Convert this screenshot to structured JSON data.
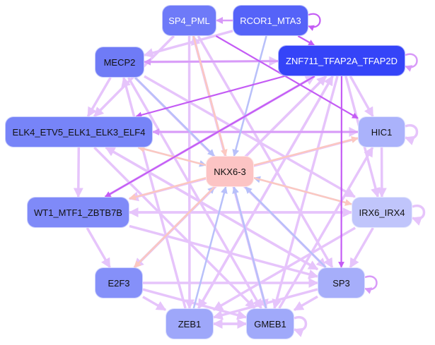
{
  "nodes": [
    {
      "id": "SP4_PML",
      "label": "SP4_PML",
      "color": "#6e7af8",
      "text": "#ffffff"
    },
    {
      "id": "RCOR1_MTA3",
      "label": "RCOR1_MTA3",
      "color": "#5563f8",
      "text": "#ffffff"
    },
    {
      "id": "ZNF711",
      "label": "ZNF711_TFAP2A_TFAP2D",
      "color": "#3544f8",
      "text": "#ffffff"
    },
    {
      "id": "MECP2",
      "label": "MECP2",
      "color": "#6f7bf6",
      "text": "#111111"
    },
    {
      "id": "ELK4",
      "label": "ELK4_ETV5_ELK1_ELK3_ELF4",
      "color": "#7784f8",
      "text": "#111111"
    },
    {
      "id": "HIC1",
      "label": "HIC1",
      "color": "#aab2fb",
      "text": "#111111"
    },
    {
      "id": "NKX6-3",
      "label": "NKX6-3",
      "color": "#fcc4c4",
      "text": "#111111"
    },
    {
      "id": "WT1",
      "label": "WT1_MTF1_ZBTB7B",
      "color": "#7f8af8",
      "text": "#111111"
    },
    {
      "id": "IRX6_IRX4",
      "label": "IRX6_IRX4",
      "color": "#c0c5fb",
      "text": "#111111"
    },
    {
      "id": "E2F3",
      "label": "E2F3",
      "color": "#8590f9",
      "text": "#111111"
    },
    {
      "id": "SP3",
      "label": "SP3",
      "color": "#a6aefa",
      "text": "#111111"
    },
    {
      "id": "ZEB1",
      "label": "ZEB1",
      "color": "#9ea7fa",
      "text": "#111111"
    },
    {
      "id": "GMEB1",
      "label": "GMEB1",
      "color": "#a0a9fa",
      "text": "#111111"
    }
  ],
  "edge_colors": {
    "strong": "#c45cf5",
    "light": "#e6c4fb",
    "medium": "#d89af8",
    "blue": "#b8c0fa",
    "pink": "#fcc8c0"
  },
  "edges": [
    [
      "RCOR1_MTA3",
      "SP4_PML",
      "medium"
    ],
    [
      "RCOR1_MTA3",
      "RCOR1_MTA3",
      "strong"
    ],
    [
      "RCOR1_MTA3",
      "ZNF711",
      "strong"
    ],
    [
      "ZNF711",
      "ZNF711",
      "medium"
    ],
    [
      "ZNF711",
      "MECP2",
      "medium"
    ],
    [
      "ZNF711",
      "ELK4",
      "strong"
    ],
    [
      "ZNF711",
      "WT1",
      "strong"
    ],
    [
      "ZNF711",
      "SP3",
      "strong"
    ],
    [
      "ZNF711",
      "HIC1",
      "light"
    ],
    [
      "ZNF711",
      "IRX6_IRX4",
      "light"
    ],
    [
      "ZNF711",
      "E2F3",
      "light"
    ],
    [
      "ZNF711",
      "ZEB1",
      "light"
    ],
    [
      "ZNF711",
      "GMEB1",
      "light"
    ],
    [
      "RCOR1_MTA3",
      "NKX6-3",
      "blue"
    ],
    [
      "RCOR1_MTA3",
      "MECP2",
      "light"
    ],
    [
      "SP4_PML",
      "NKX6-3",
      "pink"
    ],
    [
      "SP4_PML",
      "HIC1",
      "strong"
    ],
    [
      "SP4_PML",
      "ELK4",
      "light"
    ],
    [
      "SP4_PML",
      "SP3",
      "light"
    ],
    [
      "SP4_PML",
      "ZEB1",
      "light"
    ],
    [
      "SP4_PML",
      "GMEB1",
      "light"
    ],
    [
      "MECP2",
      "ELK4",
      "light"
    ],
    [
      "MECP2",
      "ZNF711",
      "light"
    ],
    [
      "MECP2",
      "IRX6_IRX4",
      "light"
    ],
    [
      "MECP2",
      "SP3",
      "light"
    ],
    [
      "MECP2",
      "GMEB1",
      "light"
    ],
    [
      "MECP2",
      "NKX6-3",
      "blue"
    ],
    [
      "ELK4",
      "WT1",
      "light"
    ],
    [
      "ELK4",
      "HIC1",
      "light"
    ],
    [
      "ELK4",
      "NKX6-3",
      "blue"
    ],
    [
      "ELK4",
      "SP3",
      "light"
    ],
    [
      "ELK4",
      "GMEB1",
      "light"
    ],
    [
      "HIC1",
      "HIC1",
      "light"
    ],
    [
      "HIC1",
      "IRX6_IRX4",
      "light"
    ],
    [
      "HIC1",
      "ELK4",
      "medium"
    ],
    [
      "HIC1",
      "WT1",
      "light"
    ],
    [
      "NKX6-3",
      "HIC1",
      "pink"
    ],
    [
      "NKX6-3",
      "IRX6_IRX4",
      "pink"
    ],
    [
      "NKX6-3",
      "WT1",
      "pink"
    ],
    [
      "NKX6-3",
      "ELK4",
      "pink"
    ],
    [
      "NKX6-3",
      "E2F3",
      "pink"
    ],
    [
      "IRX6_IRX4",
      "IRX6_IRX4",
      "light"
    ],
    [
      "IRX6_IRX4",
      "NKX6-3",
      "blue"
    ],
    [
      "IRX6_IRX4",
      "WT1",
      "light"
    ],
    [
      "IRX6_IRX4",
      "SP3",
      "light"
    ],
    [
      "IRX6_IRX4",
      "ZEB1",
      "light"
    ],
    [
      "WT1",
      "IRX6_IRX4",
      "light"
    ],
    [
      "WT1",
      "E2F3",
      "light"
    ],
    [
      "WT1",
      "ZNF711",
      "light"
    ],
    [
      "WT1",
      "SP3",
      "light"
    ],
    [
      "E2F3",
      "NKX6-3",
      "blue"
    ],
    [
      "E2F3",
      "ZEB1",
      "light"
    ],
    [
      "E2F3",
      "SP3",
      "light"
    ],
    [
      "E2F3",
      "ZNF711",
      "light"
    ],
    [
      "E2F3",
      "GMEB1",
      "light"
    ],
    [
      "SP3",
      "SP3",
      "medium"
    ],
    [
      "SP3",
      "NKX6-3",
      "blue"
    ],
    [
      "SP3",
      "ZEB1",
      "light"
    ],
    [
      "SP3",
      "GMEB1",
      "light"
    ],
    [
      "SP3",
      "ELK4",
      "light"
    ],
    [
      "ZEB1",
      "NKX6-3",
      "blue"
    ],
    [
      "ZEB1",
      "GMEB1",
      "light"
    ],
    [
      "ZEB1",
      "MECP2",
      "light"
    ],
    [
      "ZEB1",
      "ZNF711",
      "light"
    ],
    [
      "GMEB1",
      "GMEB1",
      "light"
    ],
    [
      "GMEB1",
      "NKX6-3",
      "blue"
    ],
    [
      "GMEB1",
      "ZEB1",
      "light"
    ],
    [
      "GMEB1",
      "SP4_PML",
      "light"
    ],
    [
      "GMEB1",
      "HIC1",
      "light"
    ]
  ]
}
